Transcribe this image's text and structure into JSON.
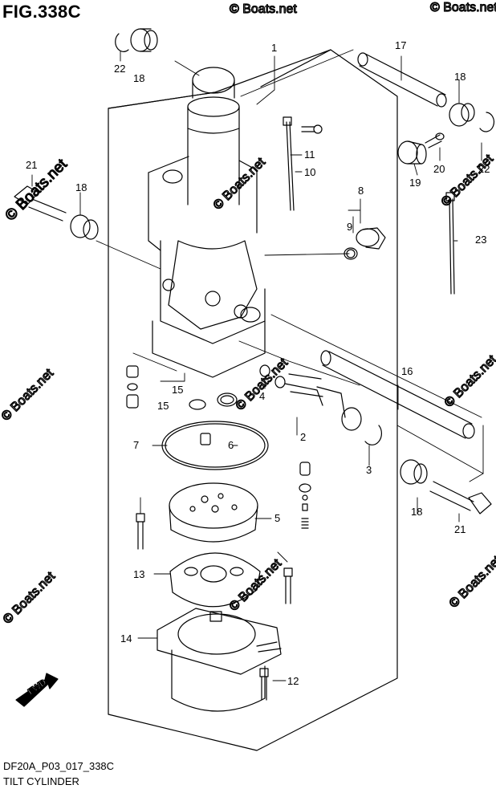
{
  "figure": {
    "title": "FIG.338C",
    "code": "DF20A_P03_017_338C",
    "caption": "TILT CYLINDER"
  },
  "watermark": "© Boats.net",
  "direction_label": "FWD",
  "callouts": {
    "c1": "1",
    "c2": "2",
    "c3": "3",
    "c4": "4",
    "c5": "5",
    "c6": "6",
    "c7": "7",
    "c8": "8",
    "c9": "9",
    "c10": "10",
    "c11": "11",
    "c12": "12",
    "c13": "13",
    "c14": "14",
    "c15a": "15",
    "c15b": "15",
    "c16": "16",
    "c17": "17",
    "c18a": "18",
    "c18b": "18",
    "c18c": "18",
    "c18d": "18",
    "c19": "19",
    "c20": "20",
    "c21a": "21",
    "c21b": "21",
    "c22a": "22",
    "c22b": "22",
    "c23": "23"
  },
  "colors": {
    "line": "#000000",
    "watermark": "#d8d8d8",
    "background": "#ffffff"
  }
}
